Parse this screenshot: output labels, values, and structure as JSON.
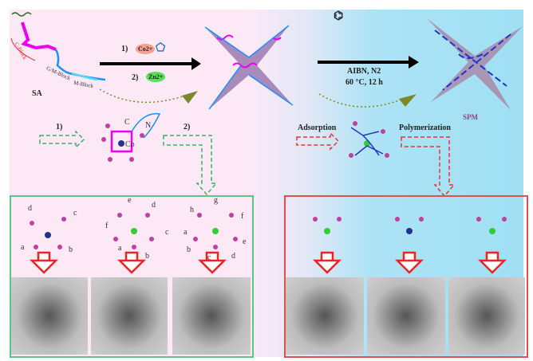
{
  "scheme": {
    "sa_label": "SA",
    "blocks": {
      "c_block": "C-Block",
      "gm_block": "G/M-Block",
      "m_block": "M-Block"
    },
    "step1_reagents": {
      "step": "1)",
      "ion": "Co2+"
    },
    "step2_reagents": {
      "step": "2)",
      "ion": "Zn2+"
    },
    "polymerization_conditions": {
      "line1": "AIBN, N2",
      "line2": "60 °C, 12 h"
    },
    "product_label": "SPM",
    "coordination_labels": {
      "c": "C",
      "n": "N",
      "co": "Co"
    },
    "green_path": {
      "step1": "1)",
      "step2": "2)"
    },
    "red_path": {
      "adsorption": "Adsorption",
      "polymerization": "Polymerization"
    },
    "structure_letters": [
      [
        "d",
        "c",
        "a",
        "b"
      ],
      [
        "e",
        "d",
        "f",
        "c",
        "a",
        "b"
      ],
      [
        "h",
        "g",
        "f",
        "a",
        "e",
        "b",
        "c",
        "d"
      ]
    ]
  },
  "colors": {
    "green_frame": "#5cc486",
    "red_frame": "#e05050",
    "arrow_red": "#ee2222",
    "olive_arrow": "#7a8a2a"
  }
}
